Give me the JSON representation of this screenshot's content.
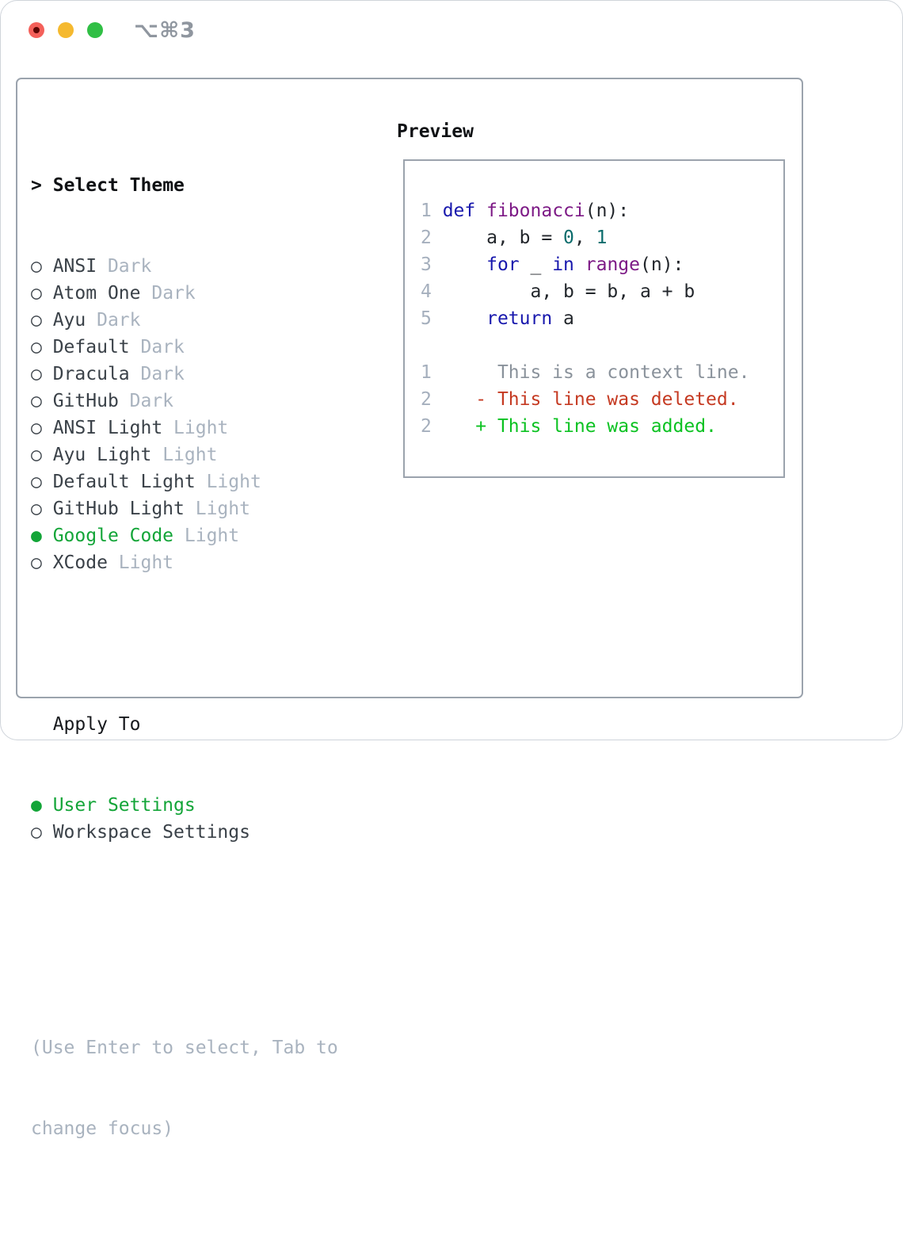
{
  "titlebar": {
    "title": "⌥⌘3",
    "traffic_lights": [
      "close",
      "minimize",
      "zoom"
    ]
  },
  "colors": {
    "accent_green": "#13a538",
    "diff_add_green": "#0cc222",
    "diff_del_red": "#c53a22",
    "keyword_blue": "#1818ad",
    "function_purple": "#7d1a86",
    "number_teal": "#0a6c6c",
    "dim_gray": "#a9b3bf",
    "panel_border_gray": "#9ba3ad"
  },
  "markers": {
    "focused_header": ">",
    "selected": "●",
    "unselected": "○"
  },
  "theme_panel": {
    "header": "Select Theme",
    "items": [
      {
        "label": "ANSI",
        "variant": "Dark",
        "selected": false
      },
      {
        "label": "Atom One",
        "variant": "Dark",
        "selected": false
      },
      {
        "label": "Ayu",
        "variant": "Dark",
        "selected": false
      },
      {
        "label": "Default",
        "variant": "Dark",
        "selected": false
      },
      {
        "label": "Dracula",
        "variant": "Dark",
        "selected": false
      },
      {
        "label": "GitHub",
        "variant": "Dark",
        "selected": false
      },
      {
        "label": "ANSI Light",
        "variant": "Light",
        "selected": false
      },
      {
        "label": "Ayu Light",
        "variant": "Light",
        "selected": false
      },
      {
        "label": "Default Light",
        "variant": "Light",
        "selected": false
      },
      {
        "label": "GitHub Light",
        "variant": "Light",
        "selected": false
      },
      {
        "label": "Google Code",
        "variant": "Light",
        "selected": true
      },
      {
        "label": "XCode",
        "variant": "Light",
        "selected": false
      }
    ]
  },
  "apply_panel": {
    "header": "Apply To",
    "options": [
      {
        "label": "User Settings",
        "selected": true
      },
      {
        "label": "Workspace Settings",
        "selected": false
      }
    ]
  },
  "help": {
    "line1": "(Use Enter to select, Tab to",
    "line2": "change focus)"
  },
  "preview": {
    "header": "Preview",
    "lines": [
      {
        "name": "code-line-1",
        "segments": [
          {
            "text": "1 ",
            "cls": "ln"
          },
          {
            "text": "def",
            "cls": "kw"
          },
          {
            "text": " ",
            "cls": "pl"
          },
          {
            "text": "fibonacci",
            "cls": "fn"
          },
          {
            "text": "(n):",
            "cls": "pl"
          }
        ]
      },
      {
        "name": "code-line-2",
        "segments": [
          {
            "text": "2 ",
            "cls": "ln"
          },
          {
            "text": "    a, b = ",
            "cls": "pl"
          },
          {
            "text": "0",
            "cls": "num"
          },
          {
            "text": ", ",
            "cls": "pl"
          },
          {
            "text": "1",
            "cls": "num"
          }
        ]
      },
      {
        "name": "code-line-3",
        "segments": [
          {
            "text": "3 ",
            "cls": "ln"
          },
          {
            "text": "    ",
            "cls": "pl"
          },
          {
            "text": "for",
            "cls": "kw"
          },
          {
            "text": " _ ",
            "cls": "pl"
          },
          {
            "text": "in",
            "cls": "kw"
          },
          {
            "text": " ",
            "cls": "pl"
          },
          {
            "text": "range",
            "cls": "fn"
          },
          {
            "text": "(n):",
            "cls": "pl"
          }
        ]
      },
      {
        "name": "code-line-4",
        "segments": [
          {
            "text": "4 ",
            "cls": "ln"
          },
          {
            "text": "        a, b = b, a + b",
            "cls": "pl"
          }
        ]
      },
      {
        "name": "code-line-5",
        "segments": [
          {
            "text": "5 ",
            "cls": "ln"
          },
          {
            "text": "    ",
            "cls": "pl"
          },
          {
            "text": "return",
            "cls": "kw"
          },
          {
            "text": " a",
            "cls": "pl"
          }
        ]
      },
      {
        "name": "blank-line",
        "segments": []
      },
      {
        "name": "diff-context-line",
        "segments": [
          {
            "text": "1",
            "cls": "ln"
          },
          {
            "text": "      This is a context line.",
            "cls": "ctx"
          }
        ]
      },
      {
        "name": "diff-deleted-line",
        "segments": [
          {
            "text": "2",
            "cls": "ln"
          },
          {
            "text": "    - This line was deleted.",
            "cls": "del"
          }
        ]
      },
      {
        "name": "diff-added-line",
        "segments": [
          {
            "text": "2",
            "cls": "ln"
          },
          {
            "text": "    + This line was added.",
            "cls": "add"
          }
        ]
      }
    ]
  }
}
